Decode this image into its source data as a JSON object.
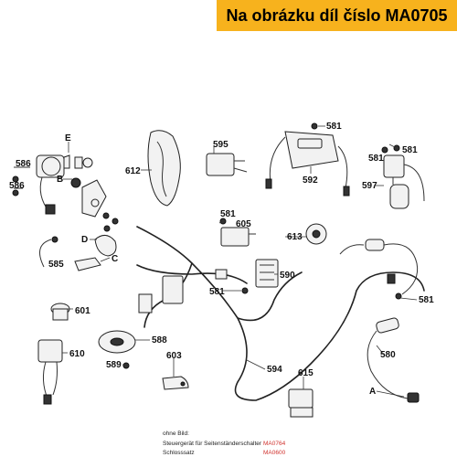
{
  "banner": {
    "text": "Na obrázku díl číslo MA0705"
  },
  "parts": {
    "p586a": "586",
    "p586b": "586",
    "pE": "E",
    "pB": "B",
    "p612": "612",
    "p595": "595",
    "p581a": "581",
    "p592": "592",
    "p581b": "581",
    "p581c": "581",
    "p597": "597",
    "p581d": "581",
    "p605": "605",
    "p613": "613",
    "pD": "D",
    "p585": "585",
    "pC": "C",
    "p590": "590",
    "p581e": "581",
    "p581f": "581",
    "p601": "601",
    "p588": "588",
    "p610": "610",
    "p589": "589",
    "p603": "603",
    "p594": "594",
    "p615": "615",
    "p580": "580",
    "pA": "A"
  },
  "footer": {
    "heading": "ohne Bild:",
    "rows": [
      {
        "label": "Steuergerät für Seitenständerschalter",
        "code": "MA0764"
      },
      {
        "label": "Schlosssatz",
        "code": "MA0600"
      }
    ]
  }
}
